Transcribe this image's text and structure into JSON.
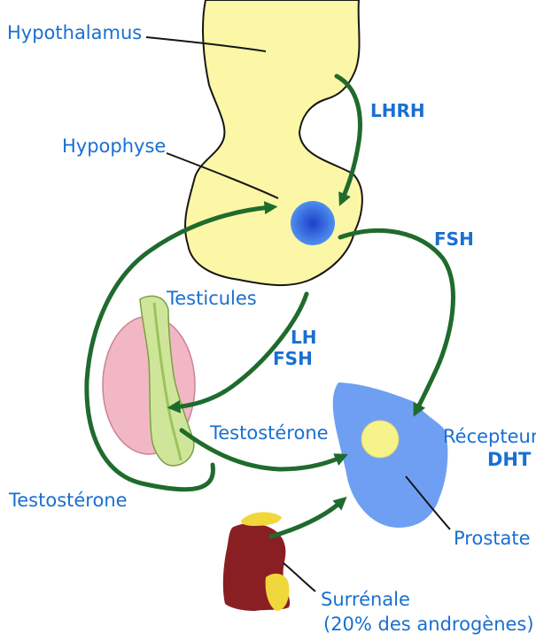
{
  "labels": {
    "hypothalamus": "Hypothalamus",
    "hypophyse": "Hypophyse",
    "lhrh": "LHRH",
    "fsh_right": "FSH",
    "testicules": "Testicules",
    "lh": "LH",
    "fsh_middle": "FSH",
    "testosterone_middle": "Testostérone",
    "testosterone_left": "Testostérone",
    "recepteur": "Récepteur",
    "dht": "DHT",
    "prostate": "Prostate",
    "surrenale": "Surrénale",
    "surrenale_note": "(20% des androgènes)"
  },
  "colors": {
    "label_blue": "#1a6fd0",
    "arrow_green": "#1f6b2d",
    "pituitary_yellow": "#fbf7a6",
    "receptor_blue": "#2f6fe0",
    "prostate_blue": "#6f9ff2",
    "testis_pink": "#f2b7c4",
    "epididymis_green": "#cfe69a",
    "adrenal_red": "#8a1f23"
  }
}
